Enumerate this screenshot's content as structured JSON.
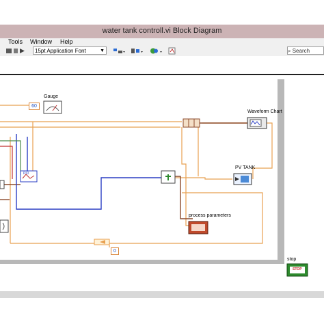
{
  "window": {
    "title": "water tank controll.vi Block Diagram"
  },
  "menu": {
    "items": [
      "Tools",
      "Window",
      "Help"
    ]
  },
  "toolbar": {
    "font": "15pt Application Font",
    "search_placeholder": "Search"
  },
  "diagram": {
    "gauge_label": "Gauge",
    "gauge_const": "60",
    "waveform_label": "Waveform Chart",
    "pid_label": "PID",
    "pvtank_label": "PV TANK",
    "process_label": "process parameters",
    "zero_const": "0",
    "stop_label": "stop",
    "stop_button": "STOP"
  },
  "colors": {
    "title_bar": "#ccb3b5",
    "wire_orange": "#e8a050",
    "wire_blue": "#2b3fc4",
    "wire_brown": "#8b4a2b"
  }
}
